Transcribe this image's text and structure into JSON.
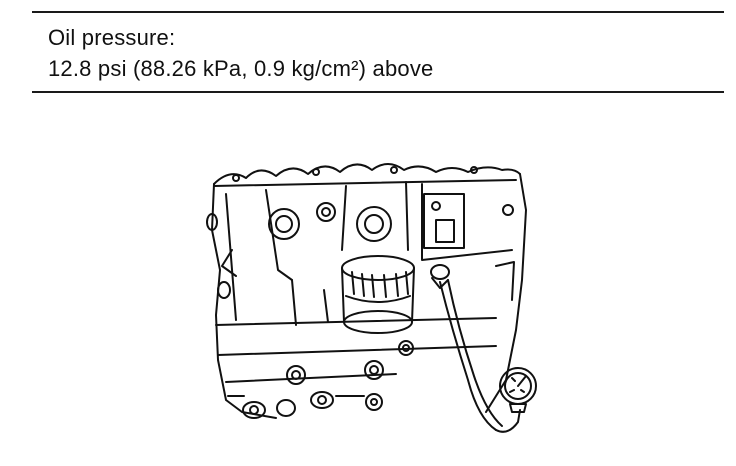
{
  "spec": {
    "label": "Oil pressure:",
    "value": "12.8 psi (88.26 kPa, 0.9 kg/cm²) above"
  },
  "figure": {
    "subject": "engine-block-with-oil-pressure-gauge"
  }
}
